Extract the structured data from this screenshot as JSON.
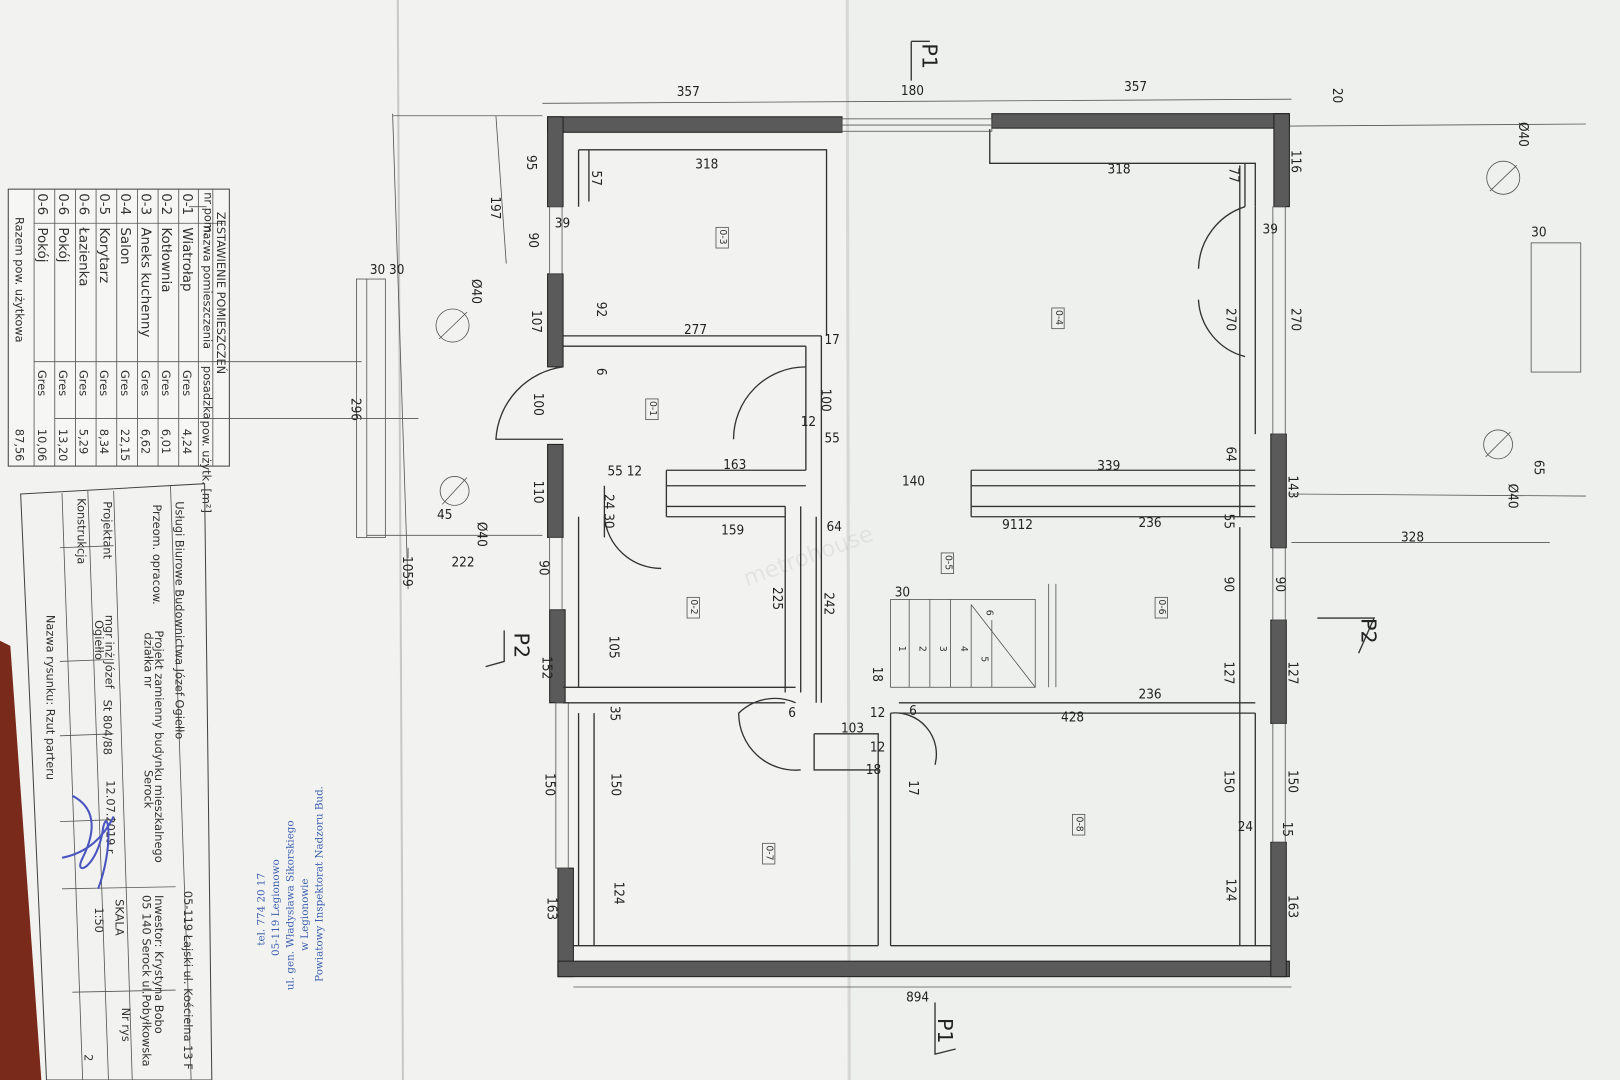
{
  "drawing": {
    "section_markers": [
      "P1",
      "P2",
      "P2",
      "P1"
    ],
    "rooms": [
      "0-3",
      "0-4",
      "0-1",
      "0-5",
      "0-6",
      "0-2",
      "0-7",
      "0-8"
    ],
    "stair_steps": [
      "1",
      "2",
      "3",
      "4",
      "5",
      "6"
    ],
    "dimensions": [
      "357",
      "180",
      "357",
      "20",
      "318",
      "318",
      "95",
      "57",
      "197",
      "39",
      "77",
      "116",
      "39",
      "90",
      "Ø40",
      "30 30",
      "107",
      "92",
      "277",
      "17",
      "270",
      "270",
      "6",
      "100",
      "100",
      "12",
      "55",
      "296",
      "163",
      "55 12",
      "140",
      "339",
      "64",
      "143",
      "110",
      "24 30",
      "45",
      "Ø40",
      "159",
      "64",
      "9112",
      "236",
      "55",
      "328",
      "222",
      "90",
      "1059",
      "225",
      "242",
      "30",
      "90",
      "90",
      "105",
      "152",
      "127",
      "127",
      "18",
      "236",
      "12",
      "6",
      "428",
      "35",
      "6",
      "103",
      "12",
      "18",
      "17",
      "150",
      "150",
      "150",
      "150",
      "24",
      "15",
      "124",
      "124",
      "163",
      "163",
      "894",
      "Ø40",
      "30",
      "65",
      "Ø40"
    ],
    "watermark": "metrohouse"
  },
  "room_table": {
    "title": "ZESTAWIENIE POMIESZCZEŃ",
    "headers": [
      "nr pom.",
      "nazwa pomieszczenia",
      "posadzka",
      "pow. użytk. [m²]"
    ],
    "rows": [
      {
        "nr": "0-1",
        "name": "Wiatrołap",
        "floor": "Gres",
        "area": "4,24"
      },
      {
        "nr": "0-2",
        "name": "Kotłownia",
        "floor": "Gres",
        "area": "6,01"
      },
      {
        "nr": "0-3",
        "name": "Aneks kuchenny",
        "floor": "Gres",
        "area": "6,62"
      },
      {
        "nr": "0-4",
        "name": "Salon",
        "floor": "Gres",
        "area": "22,15"
      },
      {
        "nr": "0-5",
        "name": "Korytarz",
        "floor": "Gres",
        "area": "8,34"
      },
      {
        "nr": "0-6",
        "name": "Łazienka",
        "floor": "Gres",
        "area": "5,29"
      },
      {
        "nr": "0-6",
        "name": "Pokój",
        "floor": "Gres",
        "area": "13,20"
      },
      {
        "nr": "0-6",
        "name": "Pokój",
        "floor": "Gres",
        "area": "10,06"
      }
    ],
    "total_label": "Razem pow. użytkowa",
    "total_value": "87,56"
  },
  "title_block": {
    "company": "Usługi Biurowe Budownictwa Józef Ogiełło",
    "company_address": "05-119 Łajski ul. Kościelna 13 F",
    "subject_label": "Przeom. opracow.",
    "subject": "Projekt zamienny budynku mieszkalnego",
    "subject_line2": "działka nr",
    "place": "Serock",
    "investor": "Inwestor: Krystyna Bobo",
    "investor_address": "05 140 Serock ul.Pobyłkowska",
    "designer_label": "Projektant",
    "designer_name": "mgr inż Józef",
    "designer_surname": "Ogiełło",
    "license": "St 804/88",
    "date": "12.07.2019 r",
    "construction_label": "Konstrukcja",
    "scale_label": "SKALA",
    "scale_value": "1:50",
    "sheet_label": "Nr rys",
    "sheet_value": "2",
    "drawing_name": "Nazwa rysunku: Rzut parteru"
  },
  "stamp": {
    "line1": "Powiatowy Inspektorat Nadzoru Bud.",
    "line2": "w Legionowie",
    "line3": "ul. gen. Władysława Sikorskiego",
    "line4": "05-119 Legionowo",
    "line5": "tel. 774 20 17"
  },
  "colors": {
    "paper": "#f3f4f2",
    "wall": "#5a5a5a",
    "stamp": "#3c5fb0",
    "signature": "#4a55c0",
    "table_wood": "#7a2a1a"
  }
}
